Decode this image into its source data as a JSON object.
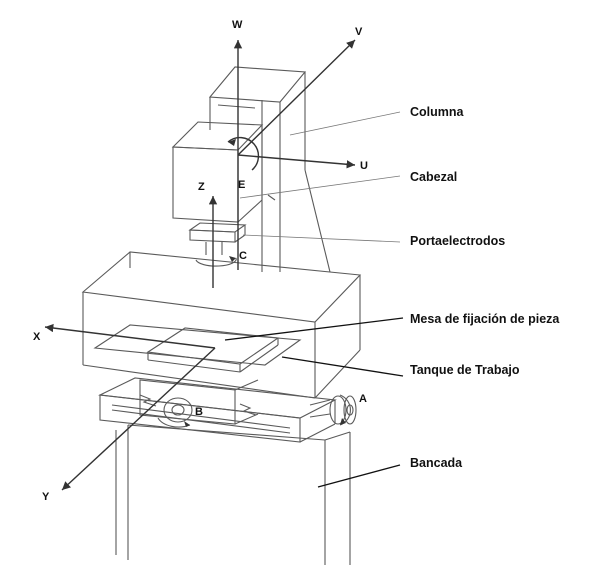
{
  "labels": {
    "columna": "Columna",
    "cabezal": "Cabezal",
    "portaelectrodos": "Portaelectrodos",
    "mesa": "Mesa de fijación de pieza",
    "tanque": "Tanque de Trabajo",
    "bancada": "Bancada"
  },
  "axes": {
    "w": "W",
    "v": "V",
    "u": "U",
    "z": "Z",
    "e": "E",
    "c": "C",
    "x": "X",
    "y": "Y",
    "a": "A",
    "b": "B"
  }
}
